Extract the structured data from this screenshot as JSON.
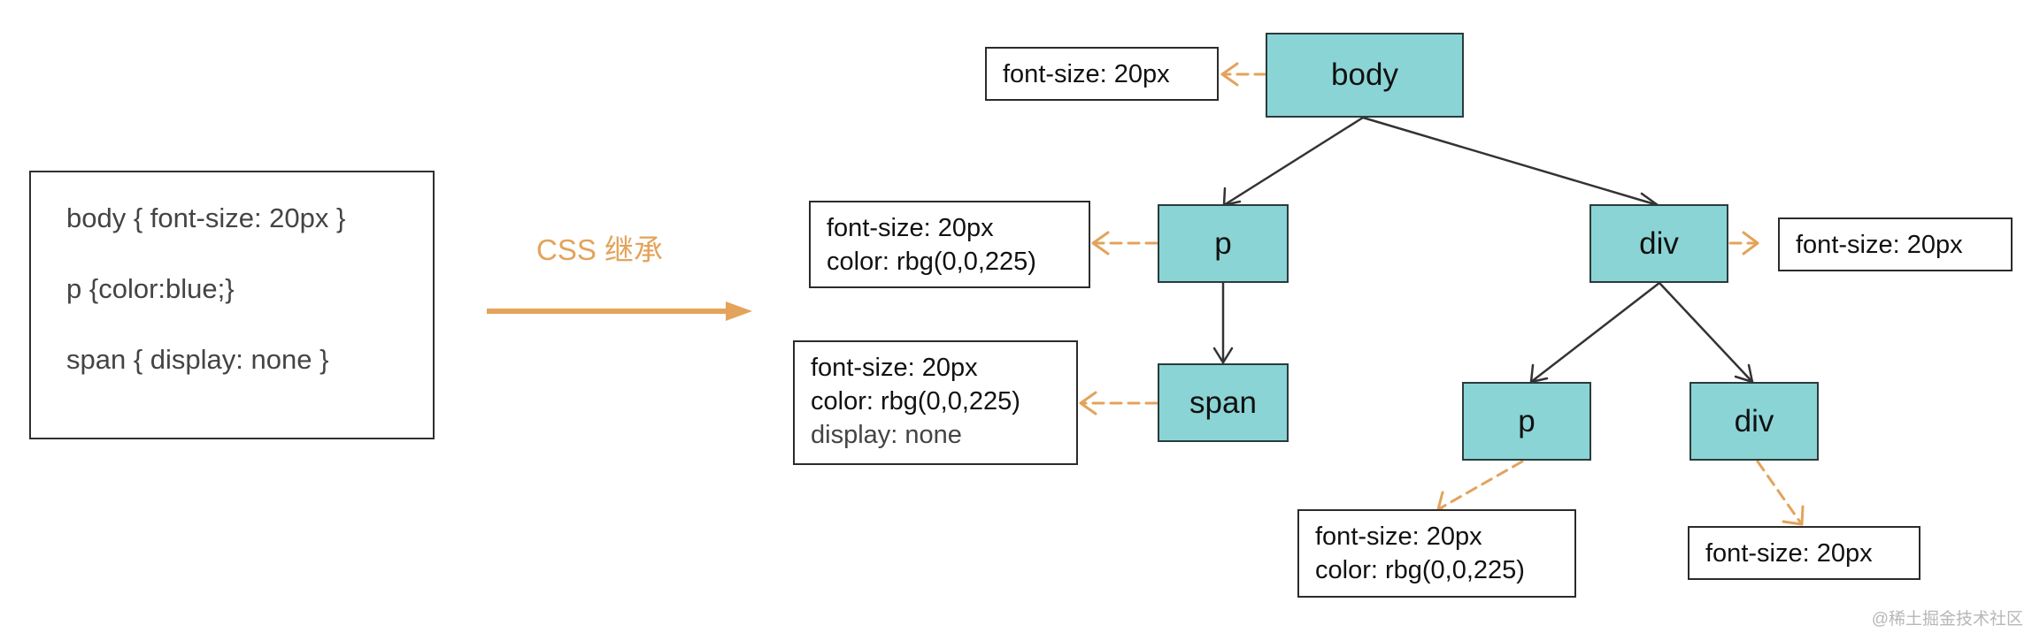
{
  "rules": [
    "body { font-size: 20px }",
    "p {color:blue;}",
    "span { display: none }"
  ],
  "arrow_label": "CSS 继承",
  "nodes": {
    "body": "body",
    "p": "p",
    "span": "span",
    "div": "div",
    "div_p": "p",
    "div_div": "div"
  },
  "props": {
    "body": [
      "font-size: 20px"
    ],
    "p": [
      "font-size: 20px",
      "color: rbg(0,0,225)"
    ],
    "span": [
      "font-size: 20px",
      "color: rbg(0,0,225)",
      "display: none"
    ],
    "div": [
      "font-size: 20px"
    ],
    "div_p": [
      "font-size: 20px",
      "color: rbg(0,0,225)"
    ],
    "div_div": [
      "font-size: 20px"
    ]
  },
  "watermark": "@稀土掘金技术社区",
  "colors": {
    "node_fill": "#8bd4d6",
    "inherit_arrow": "#e3a35b",
    "tree_line": "#333333"
  }
}
